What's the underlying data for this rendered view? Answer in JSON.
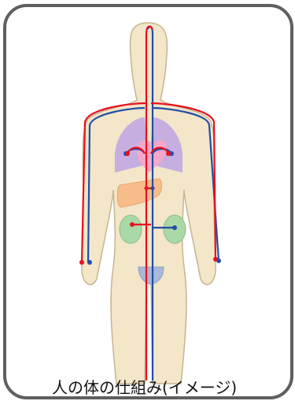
{
  "caption": "人の体の仕組み(イメージ)",
  "colors": {
    "frame": "#5f5f5f",
    "body_fill": "#f3e6c9",
    "body_outline": "#c8b48f",
    "artery": "#e8101e",
    "vein": "#1f4fa8",
    "lung": "#c7aee0",
    "heart": "#f4a9c9",
    "liver": "#f7bc8a",
    "kidney": "#aad8a6",
    "bladder": "#a9b7d8",
    "junction_dot_red": "#e8101e",
    "junction_dot_blue": "#1f4fa8"
  },
  "icons": [
    "human-body-silhouette",
    "lungs",
    "heart",
    "liver",
    "kidneys",
    "bladder",
    "artery-paths",
    "vein-paths"
  ]
}
